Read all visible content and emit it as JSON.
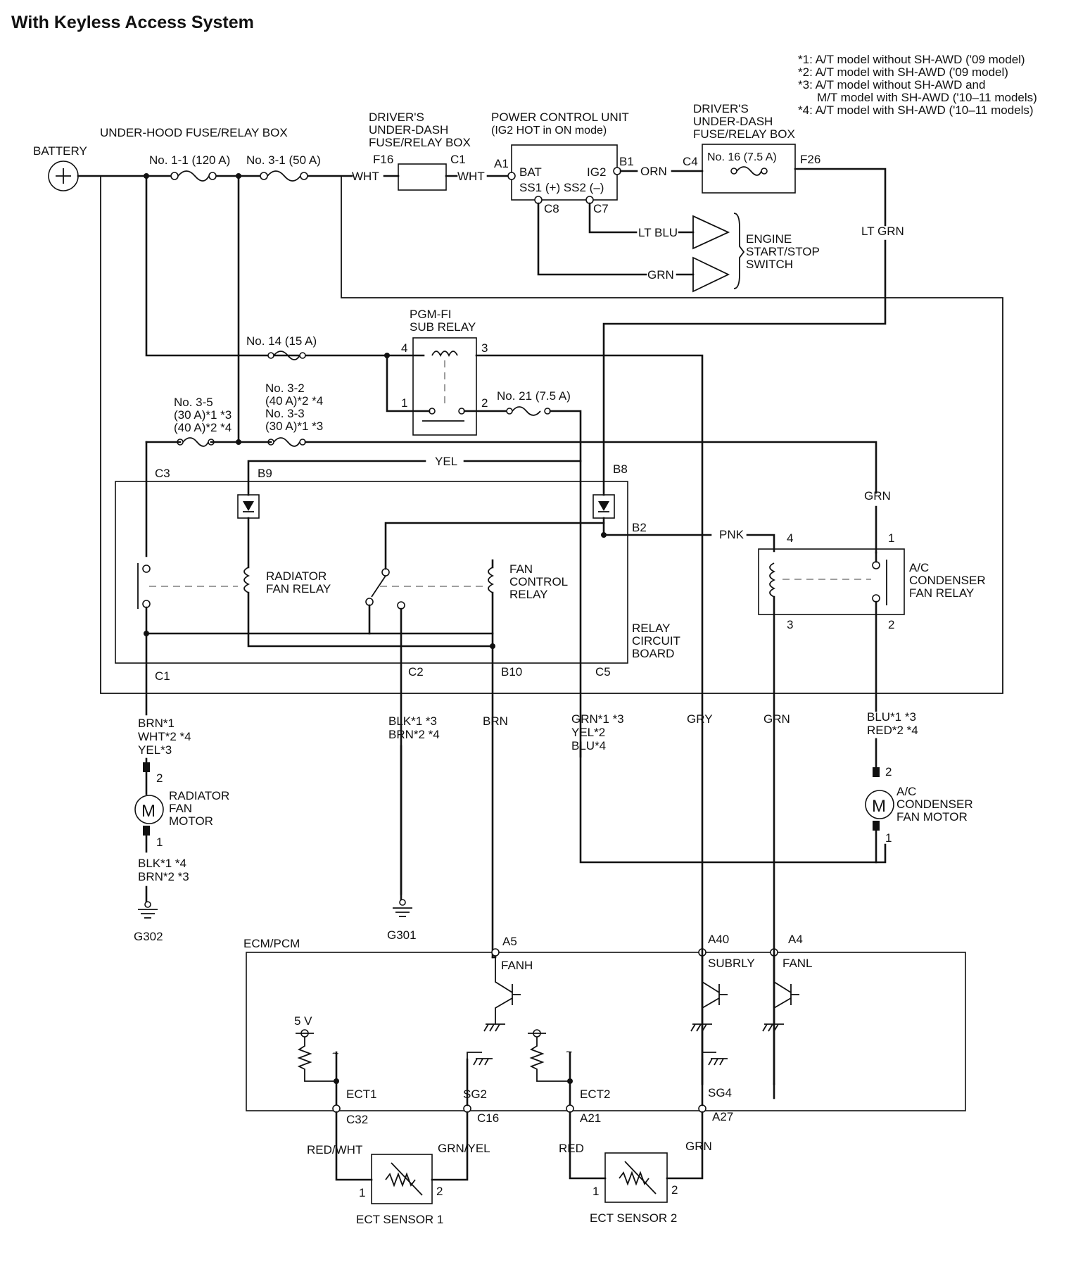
{
  "title": "With Keyless Access System",
  "notes": [
    "*1: A/T model without SH-AWD ('09 model)",
    "*2: A/T model with SH-AWD ('09 model)",
    "*3: A/T model without SH-AWD and",
    "M/T model with SH-AWD ('10–11 models)",
    "*4: A/T model with SH-AWD ('10–11 models)"
  ],
  "components": {
    "battery": "BATTERY",
    "uhfb": "UNDER-HOOD FUSE/RELAY BOX",
    "dufb1": [
      "DRIVER'S",
      "UNDER-DASH",
      "FUSE/RELAY BOX"
    ],
    "pcu": [
      "POWER CONTROL UNIT",
      "(IG2 HOT in ON mode)"
    ],
    "dufb2": [
      "DRIVER'S",
      "UNDER-DASH",
      "FUSE/RELAY BOX"
    ],
    "ess": [
      "ENGINE",
      "START/STOP",
      "SWITCH"
    ],
    "pgm": [
      "PGM-FI",
      "SUB RELAY"
    ],
    "rfr": [
      "RADIATOR",
      "FAN RELAY"
    ],
    "fcr": [
      "FAN",
      "CONTROL",
      "RELAY"
    ],
    "acr": [
      "A/C",
      "CONDENSER",
      "FAN RELAY"
    ],
    "rcb": [
      "RELAY",
      "CIRCUIT",
      "BOARD"
    ],
    "rfm": [
      "RADIATOR",
      "FAN",
      "MOTOR"
    ],
    "acm": [
      "A/C",
      "CONDENSER",
      "FAN MOTOR"
    ],
    "ecm": "ECM/PCM",
    "ect1": "ECT SENSOR 1",
    "ect2": "ECT SENSOR 2",
    "motor_symbol": "M"
  },
  "fuses": {
    "f11": "No. 1-1 (120 A)",
    "f31": "No. 3-1 (50 A)",
    "f16": "No. 16 (7.5 A)",
    "f14": "No. 14 (15 A)",
    "f21": "No. 21 (7.5 A)",
    "f35": [
      "No. 3-5",
      "(30 A)*1 *3",
      "(40 A)*2 *4"
    ],
    "f32": [
      "No. 3-2",
      "(40 A)*2 *4",
      "No. 3-3",
      "(30 A)*1 *3"
    ]
  },
  "pins": {
    "F16": "F16",
    "C1a": "C1",
    "A1": "A1",
    "B1": "B1",
    "C4": "C4",
    "F26": "F26",
    "BAT": "BAT",
    "IG2": "IG2",
    "SS": "SS1 (+) SS2 (–)",
    "C8": "C8",
    "C7": "C7",
    "p4": "4",
    "p3": "3",
    "p1": "1",
    "p2": "2",
    "C3": "C3",
    "B9": "B9",
    "B8": "B8",
    "B2": "B2",
    "ac4": "4",
    "ac1": "1",
    "ac3": "3",
    "ac2": "2",
    "C1": "C1",
    "C2": "C2",
    "B10": "B10",
    "C5": "C5",
    "rm2": "2",
    "rm1": "1",
    "am2": "2",
    "am1": "1",
    "G302": "G302",
    "G301": "G301",
    "A5": "A5",
    "A40": "A40",
    "A4": "A4",
    "FANH": "FANH",
    "SUBRLY": "SUBRLY",
    "FANL": "FANL",
    "V5": "5 V",
    "ECT1": "ECT1",
    "SG2": "SG2",
    "ECT2": "ECT2",
    "SG4": "SG4",
    "C32": "C32",
    "C16": "C16",
    "A21": "A21",
    "A27": "A27",
    "s1a": "1",
    "s1b": "2",
    "s2a": "1",
    "s2b": "2"
  },
  "wires": {
    "wht1": "WHT",
    "wht2": "WHT",
    "orn": "ORN",
    "ltblu": "LT BLU",
    "grn_ss": "GRN",
    "ltgrn": "LT GRN",
    "yel": "YEL",
    "grn_ac": "GRN",
    "pnk": "PNK",
    "c1wire": [
      "BRN*1",
      "WHT*2 *4",
      "YEL*3"
    ],
    "c2wire": [
      "BLK*1 *3",
      "BRN*2 *4"
    ],
    "b10wire": "BRN",
    "c5wire": [
      "GRN*1 *3",
      "YEL*2",
      "BLU*4"
    ],
    "gry": "GRY",
    "grn_ac3": "GRN",
    "acmwire": [
      "BLU*1 *3",
      "RED*2 *4"
    ],
    "rfmgnd": [
      "BLK*1 *4",
      "BRN*2 *3"
    ],
    "redwht": "RED/WHT",
    "grnyel": "GRN/YEL",
    "red": "RED",
    "grn_s2": "GRN"
  }
}
